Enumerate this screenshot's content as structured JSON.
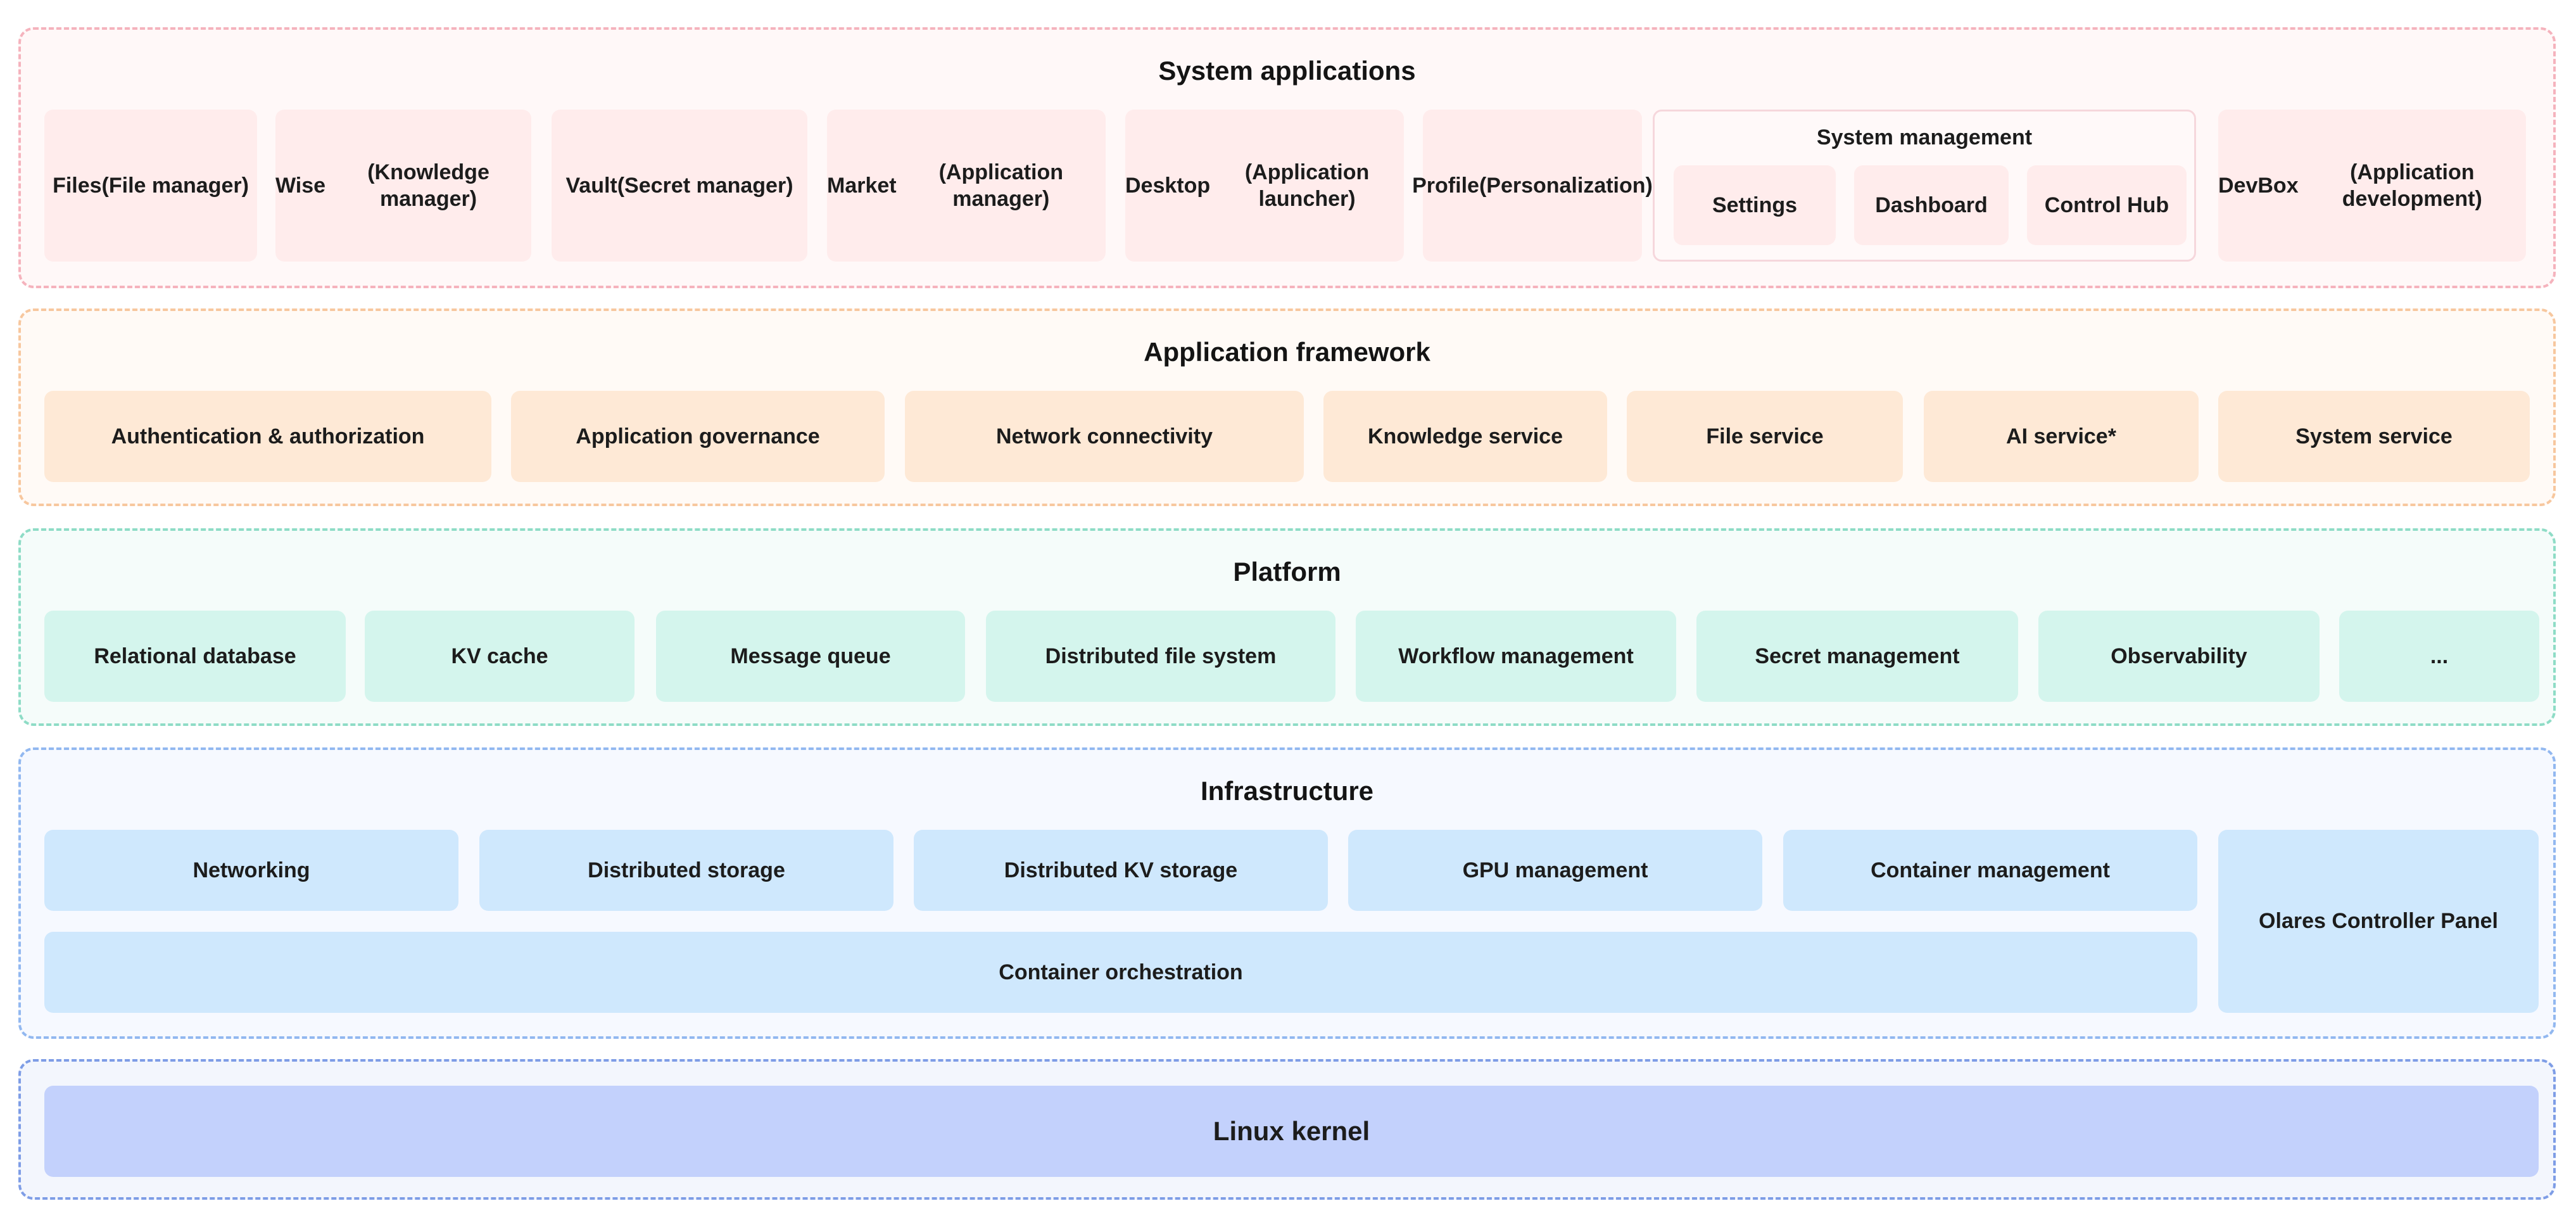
{
  "system_applications": {
    "title": "System applications",
    "apps": [
      {
        "line1": "Files",
        "line2": "(File manager)"
      },
      {
        "line1": "Wise",
        "line2": "(Knowledge manager)"
      },
      {
        "line1": "Vault",
        "line2": "(Secret manager)"
      },
      {
        "line1": "Market",
        "line2": "(Application manager)"
      },
      {
        "line1": "Desktop",
        "line2": "(Application launcher)"
      },
      {
        "line1": "Profile",
        "line2": "(Personalization)"
      }
    ],
    "system_management": {
      "title": "System management",
      "items": [
        "Settings",
        "Dashboard",
        "Control Hub"
      ]
    },
    "devbox": {
      "line1": "DevBox",
      "line2": "(Application development)"
    }
  },
  "application_framework": {
    "title": "Application framework",
    "items": [
      "Authentication & authorization",
      "Application governance",
      "Network connectivity",
      "Knowledge service",
      "File service",
      "AI service*",
      "System service"
    ]
  },
  "platform": {
    "title": "Platform",
    "items": [
      "Relational database",
      "KV cache",
      "Message queue",
      "Distributed  file system",
      "Workflow management",
      "Secret management",
      "Observability",
      "..."
    ]
  },
  "infrastructure": {
    "title": "Infrastructure",
    "items": [
      "Networking",
      "Distributed storage",
      "Distributed KV storage",
      "GPU management",
      "Container management"
    ],
    "container_orchestration": "Container orchestration",
    "controller_panel": "Olares Controller Panel"
  },
  "linux_kernel": {
    "title": "Linux kernel"
  }
}
